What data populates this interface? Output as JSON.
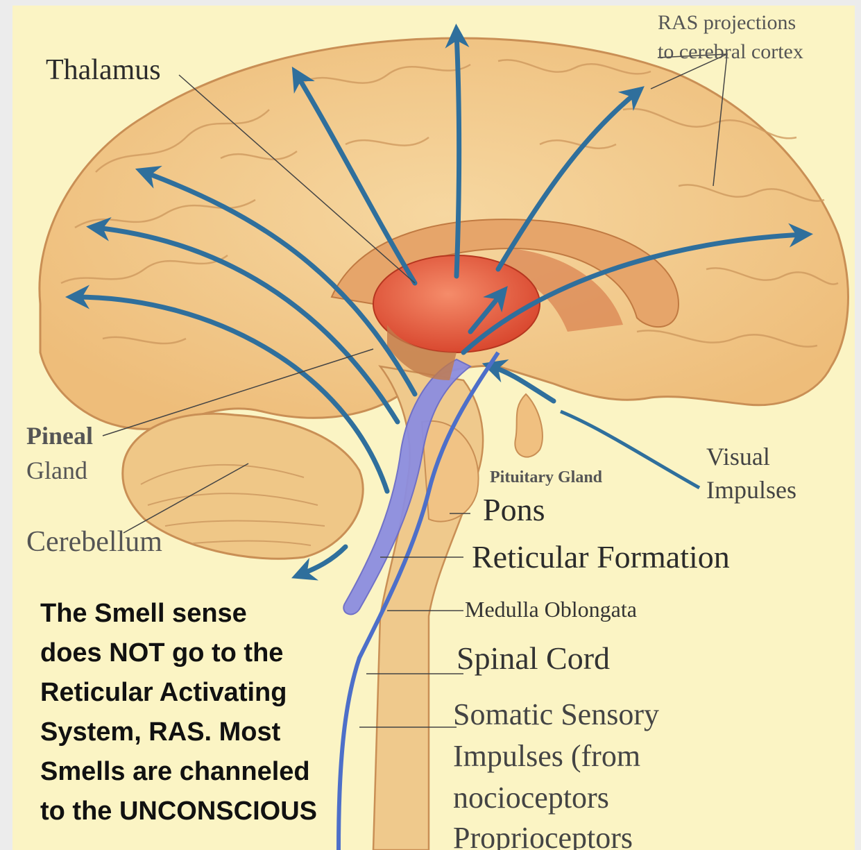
{
  "labels": {
    "ras_projections_line1": "RAS projections",
    "ras_projections_line2": "to cerebral cortex",
    "thalamus": "Thalamus",
    "pineal_line1": "Pineal",
    "pineal_line2": "Gland",
    "cerebellum": "Cerebellum",
    "pituitary": "Pituitary Gland",
    "visual_line1": "Visual",
    "visual_line2": "Impulses",
    "pons": "Pons",
    "reticular_formation": "Reticular Formation",
    "medulla": "Medulla Oblongata",
    "spinal_cord": "Spinal Cord",
    "somatic_line1": "Somatic Sensory",
    "somatic_line2": "Impulses (from",
    "somatic_line3": "nocioceptors",
    "somatic_line4": "Proprioceptors"
  },
  "note": {
    "line1": "The Smell sense",
    "line2": "does NOT go to the",
    "line3": "Reticular Activating",
    "line4": "System, RAS. Most",
    "line5": "Smells are channeled",
    "line6": "to the UNCONSCIOUS"
  },
  "colors": {
    "background": "#fbf4c4",
    "brain": "#f2c98a",
    "thalamus": "#e8604a",
    "arrow": "#2f6f9c",
    "spinal": "#7d7fd6"
  }
}
